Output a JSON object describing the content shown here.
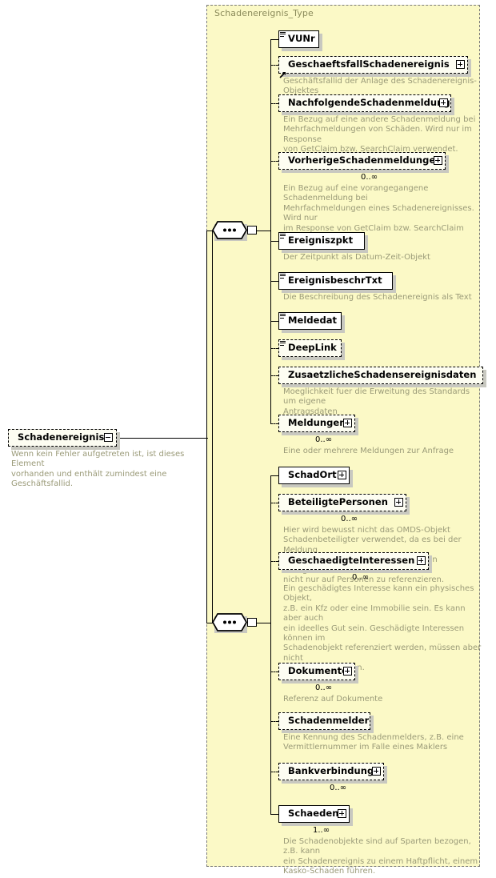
{
  "diagram": {
    "kind": "xsd-schema-diagram",
    "background": "#ffffff",
    "type_panel_fill": "#fbf9c6",
    "type_panel_label": "Schadenereignis_Type",
    "annotation_color": "#9a9a78"
  },
  "root": {
    "name": "Schadenereignis",
    "control": "minus-icon",
    "optional": true,
    "annotation": "Wenn kein Fehler aufgetreten ist, ist dieses Element\nvorhanden und enthält zumindest eine Geschäftsfallid."
  },
  "compositors": [
    {
      "name": "sequence",
      "dots": "•••"
    },
    {
      "name": "sequence",
      "dots": "•••"
    }
  ],
  "group_one": [
    {
      "name": "VUNr",
      "optional": false,
      "expandable": false,
      "simple": true,
      "reference": false,
      "occurs": "",
      "annotation": ""
    },
    {
      "name": "GeschaeftsfallSchadenereignis",
      "optional": true,
      "expandable": true,
      "simple": false,
      "reference": true,
      "occurs": "",
      "annotation": "Geschäftsfallid der Anlage des Schadenereignis-Objektes"
    },
    {
      "name": "NachfolgendeSchadenmeldung",
      "optional": true,
      "expandable": true,
      "simple": false,
      "reference": false,
      "occurs": "",
      "annotation": "Ein Bezug auf eine andere Schadenmeldung bei\nMehrfachmeldungen von Schäden. Wird nur im Response\nvon GetClaim bzw. SearchClaim verwendet."
    },
    {
      "name": "VorherigeSchadenmeldungen",
      "optional": true,
      "expandable": true,
      "simple": false,
      "reference": false,
      "occurs": "0..∞",
      "annotation": "Ein Bezug auf eine vorangegangene Schadenmeldung bei\nMehrfachmeldungen eines Schadenereignisses. Wird nur\nim Response von GetClaim bzw. SearchClaim\nverwendet."
    },
    {
      "name": "Ereigniszpkt",
      "optional": false,
      "expandable": false,
      "simple": true,
      "reference": false,
      "occurs": "",
      "annotation": "Der Zeitpunkt als Datum-Zeit-Objekt"
    },
    {
      "name": "EreignisbeschrTxt",
      "optional": false,
      "expandable": false,
      "simple": true,
      "reference": false,
      "occurs": "",
      "annotation": "Die Beschreibung des Schadenereignis als Text"
    },
    {
      "name": "Meldedat",
      "optional": false,
      "expandable": false,
      "simple": true,
      "reference": false,
      "occurs": "",
      "annotation": ""
    },
    {
      "name": "DeepLink",
      "optional": true,
      "expandable": false,
      "simple": true,
      "reference": false,
      "occurs": "",
      "annotation": ""
    },
    {
      "name": "ZusaetzlicheSchadensereignisdaten",
      "optional": true,
      "expandable": false,
      "simple": false,
      "reference": false,
      "occurs": "",
      "annotation": "Moeglichkeit fuer die Erweitung des Standards um eigene\nAntragsdaten"
    },
    {
      "name": "Meldungen",
      "optional": true,
      "expandable": true,
      "simple": false,
      "reference": false,
      "occurs": "0..∞",
      "annotation": "Eine oder mehrere Meldungen zur Anfrage"
    }
  ],
  "group_two": [
    {
      "name": "SchadOrt",
      "optional": false,
      "expandable": true,
      "simple": false,
      "reference": false,
      "occurs": "",
      "annotation": ""
    },
    {
      "name": "BeteiligtePersonen",
      "optional": true,
      "expandable": true,
      "simple": false,
      "reference": false,
      "occurs": "0..∞",
      "annotation": "Hier wird bewusst nicht das OMDS-Objekt\nSchadenbeteiligter verwendet, da es bei der Meldung\nmöglich sein muss, die Personendaten anzugeben und\nnicht nur auf Personen zu referenzieren."
    },
    {
      "name": "GeschaedigteInteressen",
      "optional": true,
      "expandable": true,
      "simple": false,
      "reference": false,
      "occurs": "0..∞",
      "annotation": "Ein geschädigtes Interesse kann ein physisches Objekt,\nz.B. ein Kfz oder eine Immobilie sein. Es kann aber auch\nein ideelles Gut sein. Geschädigte Interessen können im\nSchadenobjekt referenziert werden, müssen aber nicht\nreferenziert werden."
    },
    {
      "name": "Dokumente",
      "optional": true,
      "expandable": true,
      "simple": false,
      "reference": false,
      "occurs": "0..∞",
      "annotation": "Referenz auf Dokumente"
    },
    {
      "name": "Schadenmelder",
      "optional": true,
      "expandable": false,
      "simple": false,
      "reference": false,
      "occurs": "",
      "annotation": "Eine Kennung des Schadenmelders, z.B. eine\nVermittlernummer im Falle eines Maklers"
    },
    {
      "name": "Bankverbindung",
      "optional": true,
      "expandable": true,
      "simple": false,
      "reference": false,
      "occurs": "0..∞",
      "annotation": ""
    },
    {
      "name": "Schaeden",
      "optional": false,
      "expandable": true,
      "simple": false,
      "reference": false,
      "occurs": "1..∞",
      "annotation": "Die Schadenobjekte sind auf Sparten bezogen, z.B. kann\nein Schadenereignis zu einem Haftpflicht, einem\nKasko-Schaden führen."
    }
  ]
}
